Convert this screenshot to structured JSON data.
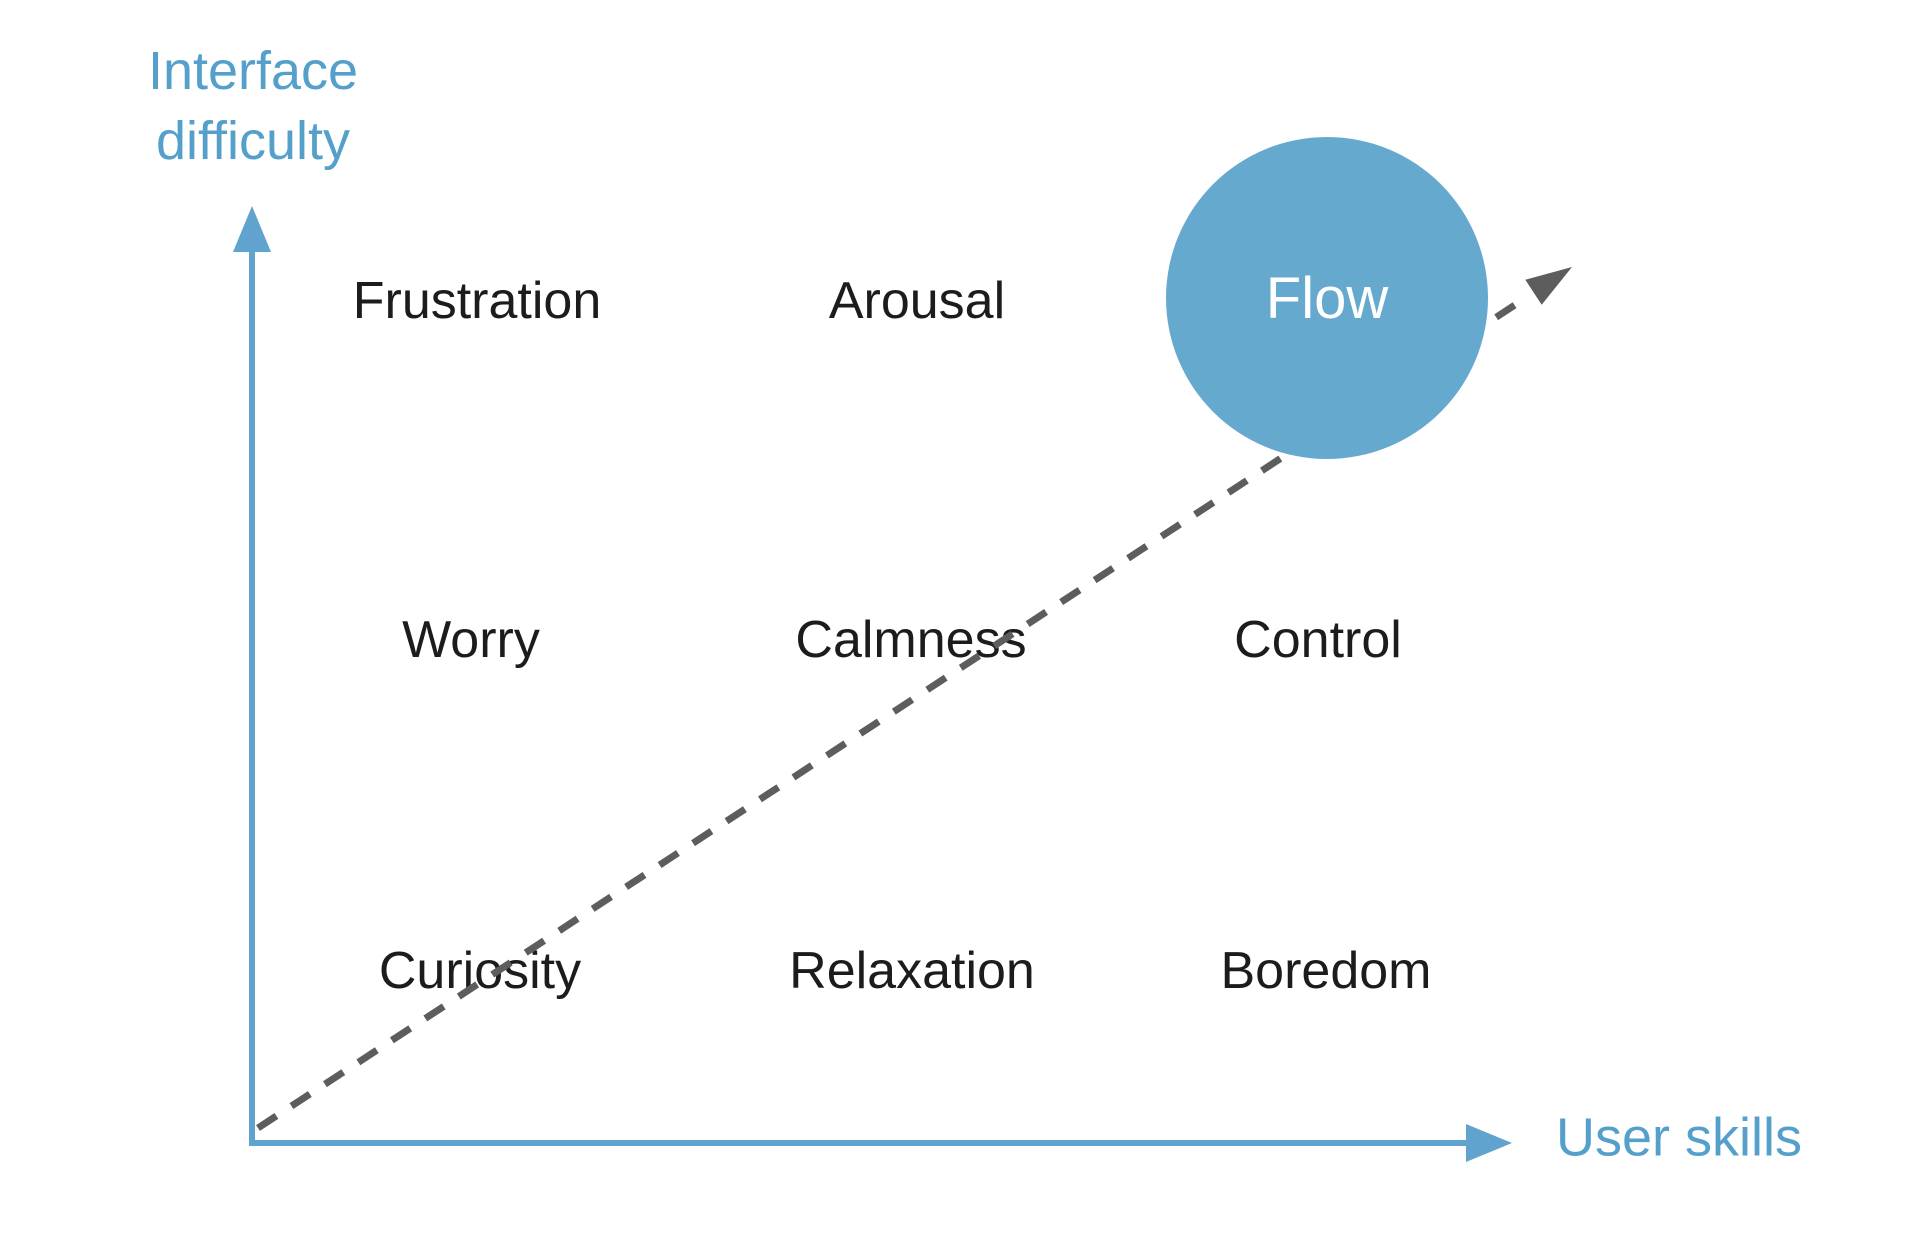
{
  "diagram": {
    "title_implied": "Flow model: interface difficulty vs user skills",
    "axes": {
      "y_label_line1": "Interface",
      "y_label_line2": "difficulty",
      "x_label": "User skills"
    },
    "matrix": {
      "rows": [
        {
          "cells": [
            "Frustration",
            "Arousal",
            "Flow"
          ]
        },
        {
          "cells": [
            "Worry",
            "Calmness",
            "Control"
          ]
        },
        {
          "cells": [
            "Curiosity",
            "Relaxation",
            "Boredom"
          ]
        }
      ]
    },
    "flow_bubble": {
      "label": "Flow"
    },
    "colors": {
      "axis_blue": "#55a0cb",
      "axis_line_blue": "#5fa3ce",
      "circle_blue": "#66a9ce",
      "dashed_arrow_gray": "#5d5d5d",
      "label_black": "#1c1c1c",
      "flow_text_white": "#ffffff",
      "background": "#ffffff"
    }
  }
}
